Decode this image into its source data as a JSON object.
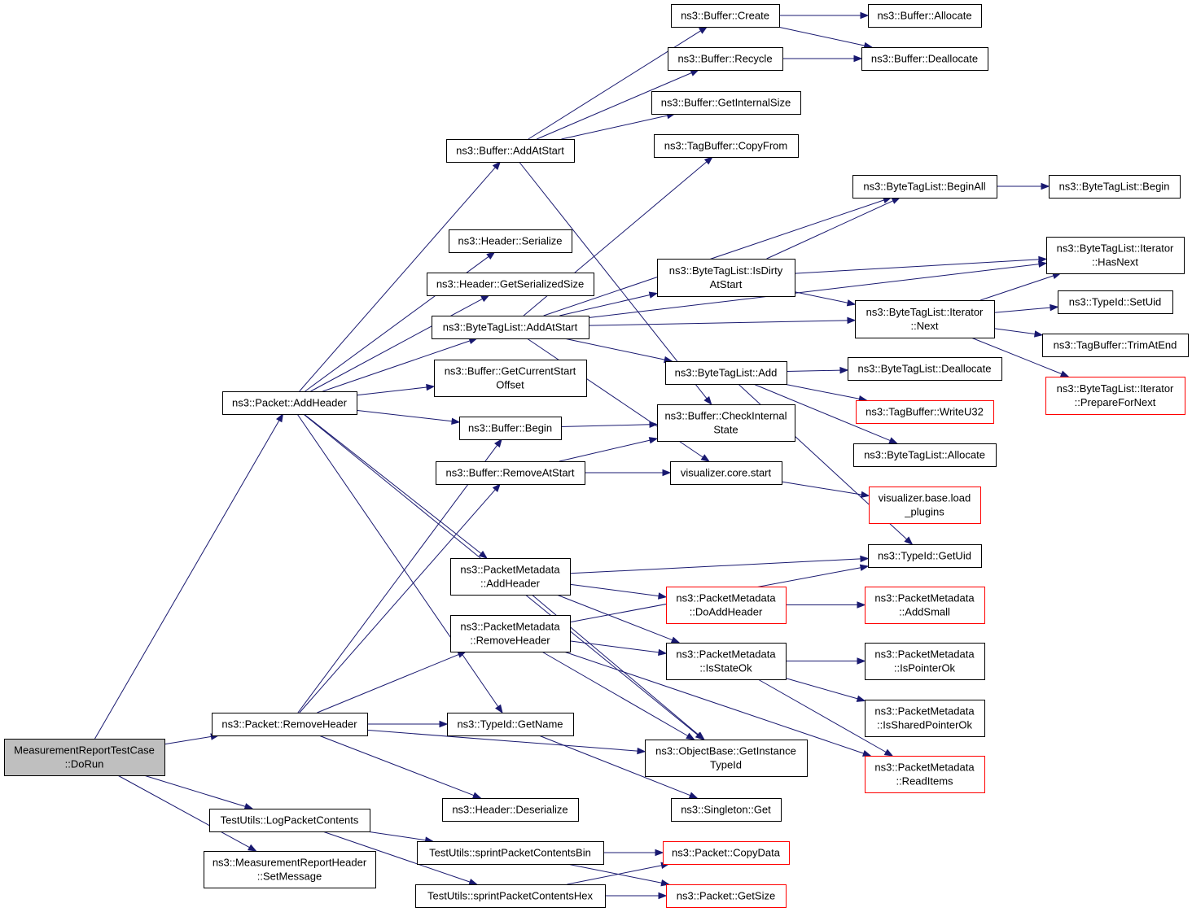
{
  "colors": {
    "edge": "#191970",
    "node_border": "#000000",
    "node_truncated_border": "#ff0000",
    "root_fill": "#bfbfbf",
    "node_fill": "#ffffff"
  },
  "nodes": {
    "root": {
      "lines": [
        "MeasurementReportTestCase",
        "::DoRun"
      ],
      "style": "root"
    },
    "addheader": {
      "lines": [
        "ns3::Packet::AddHeader"
      ],
      "style": "normal"
    },
    "removeheader": {
      "lines": [
        "ns3::Packet::RemoveHeader"
      ],
      "style": "normal"
    },
    "logpacket": {
      "lines": [
        "TestUtils::LogPacketContents"
      ],
      "style": "normal"
    },
    "setmessage": {
      "lines": [
        "ns3::MeasurementReportHeader",
        "::SetMessage"
      ],
      "style": "normal"
    },
    "buf_addatstart": {
      "lines": [
        "ns3::Buffer::AddAtStart"
      ],
      "style": "normal"
    },
    "hdr_serialize": {
      "lines": [
        "ns3::Header::Serialize"
      ],
      "style": "normal"
    },
    "hdr_getsersize": {
      "lines": [
        "ns3::Header::GetSerializedSize"
      ],
      "style": "normal"
    },
    "btl_addatstart": {
      "lines": [
        "ns3::ByteTagList::AddAtStart"
      ],
      "style": "normal"
    },
    "buf_getcurstart": {
      "lines": [
        "ns3::Buffer::GetCurrentStart",
        "Offset"
      ],
      "style": "normal"
    },
    "buf_begin": {
      "lines": [
        "ns3::Buffer::Begin"
      ],
      "style": "normal"
    },
    "buf_removeatstart": {
      "lines": [
        "ns3::Buffer::RemoveAtStart"
      ],
      "style": "normal"
    },
    "pm_addheader": {
      "lines": [
        "ns3::PacketMetadata",
        "::AddHeader"
      ],
      "style": "normal"
    },
    "pm_removeheader": {
      "lines": [
        "ns3::PacketMetadata",
        "::RemoveHeader"
      ],
      "style": "normal"
    },
    "typeid_getname": {
      "lines": [
        "ns3::TypeId::GetName"
      ],
      "style": "normal"
    },
    "hdr_deserialize": {
      "lines": [
        "ns3::Header::Deserialize"
      ],
      "style": "normal"
    },
    "sprint_bin": {
      "lines": [
        "TestUtils::sprintPacketContentsBin"
      ],
      "style": "normal"
    },
    "sprint_hex": {
      "lines": [
        "TestUtils::sprintPacketContentsHex"
      ],
      "style": "normal"
    },
    "buf_create": {
      "lines": [
        "ns3::Buffer::Create"
      ],
      "style": "normal"
    },
    "buf_recycle": {
      "lines": [
        "ns3::Buffer::Recycle"
      ],
      "style": "normal"
    },
    "buf_getinternalsize": {
      "lines": [
        "ns3::Buffer::GetInternalSize"
      ],
      "style": "normal"
    },
    "tagbuf_copyfrom": {
      "lines": [
        "ns3::TagBuffer::CopyFrom"
      ],
      "style": "normal"
    },
    "btl_isdirty": {
      "lines": [
        "ns3::ByteTagList::IsDirty",
        "AtStart"
      ],
      "style": "normal"
    },
    "btl_add": {
      "lines": [
        "ns3::ByteTagList::Add"
      ],
      "style": "normal"
    },
    "buf_checkinternal": {
      "lines": [
        "ns3::Buffer::CheckInternal",
        "State"
      ],
      "style": "normal"
    },
    "vis_core_start": {
      "lines": [
        "visualizer.core.start"
      ],
      "style": "normal"
    },
    "pm_doaddheader": {
      "lines": [
        "ns3::PacketMetadata",
        "::DoAddHeader"
      ],
      "style": "truncated"
    },
    "pm_isstateok": {
      "lines": [
        "ns3::PacketMetadata",
        "::IsStateOk"
      ],
      "style": "normal"
    },
    "objbase_getinst": {
      "lines": [
        "ns3::ObjectBase::GetInstance",
        "TypeId"
      ],
      "style": "normal"
    },
    "singleton_get": {
      "lines": [
        "ns3::Singleton::Get"
      ],
      "style": "normal"
    },
    "packet_copydata": {
      "lines": [
        "ns3::Packet::CopyData"
      ],
      "style": "truncated"
    },
    "packet_getsize": {
      "lines": [
        "ns3::Packet::GetSize"
      ],
      "style": "truncated"
    },
    "buf_allocate": {
      "lines": [
        "ns3::Buffer::Allocate"
      ],
      "style": "normal"
    },
    "buf_deallocate": {
      "lines": [
        "ns3::Buffer::Deallocate"
      ],
      "style": "normal"
    },
    "btl_beginall": {
      "lines": [
        "ns3::ByteTagList::BeginAll"
      ],
      "style": "normal"
    },
    "btl_iter_next": {
      "lines": [
        "ns3::ByteTagList::Iterator",
        "::Next"
      ],
      "style": "normal"
    },
    "btl_deallocate": {
      "lines": [
        "ns3::ByteTagList::Deallocate"
      ],
      "style": "normal"
    },
    "tagbuf_writeu32": {
      "lines": [
        "ns3::TagBuffer::WriteU32"
      ],
      "style": "truncated"
    },
    "btl_allocate": {
      "lines": [
        "ns3::ByteTagList::Allocate"
      ],
      "style": "normal"
    },
    "vis_base_load": {
      "lines": [
        "visualizer.base.load",
        "_plugins"
      ],
      "style": "truncated"
    },
    "typeid_getuid": {
      "lines": [
        "ns3::TypeId::GetUid"
      ],
      "style": "normal"
    },
    "pm_addsmall": {
      "lines": [
        "ns3::PacketMetadata",
        "::AddSmall"
      ],
      "style": "truncated"
    },
    "pm_ispointerok": {
      "lines": [
        "ns3::PacketMetadata",
        "::IsPointerOk"
      ],
      "style": "normal"
    },
    "pm_issharedptrok": {
      "lines": [
        "ns3::PacketMetadata",
        "::IsSharedPointerOk"
      ],
      "style": "normal"
    },
    "pm_readitems": {
      "lines": [
        "ns3::PacketMetadata",
        "::ReadItems"
      ],
      "style": "truncated"
    },
    "btl_begin": {
      "lines": [
        "ns3::ByteTagList::Begin"
      ],
      "style": "normal"
    },
    "btl_iter_hasnext": {
      "lines": [
        "ns3::ByteTagList::Iterator",
        "::HasNext"
      ],
      "style": "normal"
    },
    "typeid_setuid": {
      "lines": [
        "ns3::TypeId::SetUid"
      ],
      "style": "normal"
    },
    "tagbuf_trimatend": {
      "lines": [
        "ns3::TagBuffer::TrimAtEnd"
      ],
      "style": "normal"
    },
    "btl_iter_prepare": {
      "lines": [
        "ns3::ByteTagList::Iterator",
        "::PrepareForNext"
      ],
      "style": "truncated"
    }
  },
  "edges": [
    [
      "root",
      "addheader"
    ],
    [
      "root",
      "removeheader"
    ],
    [
      "root",
      "logpacket"
    ],
    [
      "root",
      "setmessage"
    ],
    [
      "addheader",
      "buf_addatstart"
    ],
    [
      "addheader",
      "hdr_serialize"
    ],
    [
      "addheader",
      "hdr_getsersize"
    ],
    [
      "addheader",
      "btl_addatstart"
    ],
    [
      "addheader",
      "buf_getcurstart"
    ],
    [
      "addheader",
      "buf_begin"
    ],
    [
      "addheader",
      "pm_addheader"
    ],
    [
      "addheader",
      "typeid_getname"
    ],
    [
      "addheader",
      "objbase_getinst"
    ],
    [
      "removeheader",
      "buf_begin"
    ],
    [
      "removeheader",
      "buf_removeatstart"
    ],
    [
      "removeheader",
      "pm_removeheader"
    ],
    [
      "removeheader",
      "typeid_getname"
    ],
    [
      "removeheader",
      "objbase_getinst"
    ],
    [
      "removeheader",
      "hdr_deserialize"
    ],
    [
      "logpacket",
      "sprint_bin"
    ],
    [
      "logpacket",
      "sprint_hex"
    ],
    [
      "buf_addatstart",
      "buf_create"
    ],
    [
      "buf_addatstart",
      "buf_recycle"
    ],
    [
      "buf_addatstart",
      "buf_getinternalsize"
    ],
    [
      "buf_addatstart",
      "buf_checkinternal"
    ],
    [
      "buf_create",
      "buf_allocate"
    ],
    [
      "buf_create",
      "buf_deallocate"
    ],
    [
      "buf_recycle",
      "buf_deallocate"
    ],
    [
      "btl_addatstart",
      "tagbuf_copyfrom"
    ],
    [
      "btl_addatstart",
      "btl_beginall"
    ],
    [
      "btl_addatstart",
      "btl_iter_hasnext"
    ],
    [
      "btl_addatstart",
      "btl_isdirty"
    ],
    [
      "btl_addatstart",
      "btl_iter_next"
    ],
    [
      "btl_addatstart",
      "btl_add"
    ],
    [
      "btl_addatstart",
      "vis_core_start"
    ],
    [
      "btl_beginall",
      "btl_begin"
    ],
    [
      "btl_isdirty",
      "btl_beginall"
    ],
    [
      "btl_isdirty",
      "btl_iter_hasnext"
    ],
    [
      "btl_isdirty",
      "btl_iter_next"
    ],
    [
      "btl_iter_next",
      "btl_iter_hasnext"
    ],
    [
      "btl_iter_next",
      "typeid_setuid"
    ],
    [
      "btl_iter_next",
      "tagbuf_trimatend"
    ],
    [
      "btl_iter_next",
      "btl_iter_prepare"
    ],
    [
      "btl_add",
      "btl_deallocate"
    ],
    [
      "btl_add",
      "tagbuf_writeu32"
    ],
    [
      "btl_add",
      "btl_allocate"
    ],
    [
      "btl_add",
      "typeid_getuid"
    ],
    [
      "buf_begin",
      "buf_checkinternal"
    ],
    [
      "buf_removeatstart",
      "buf_checkinternal"
    ],
    [
      "buf_removeatstart",
      "vis_core_start"
    ],
    [
      "vis_core_start",
      "vis_base_load"
    ],
    [
      "pm_addheader",
      "typeid_getuid"
    ],
    [
      "pm_addheader",
      "pm_doaddheader"
    ],
    [
      "pm_addheader",
      "pm_isstateok"
    ],
    [
      "pm_addheader",
      "objbase_getinst"
    ],
    [
      "pm_removeheader",
      "typeid_getuid"
    ],
    [
      "pm_removeheader",
      "pm_isstateok"
    ],
    [
      "pm_removeheader",
      "objbase_getinst"
    ],
    [
      "pm_removeheader",
      "pm_readitems"
    ],
    [
      "pm_doaddheader",
      "pm_addsmall"
    ],
    [
      "pm_isstateok",
      "pm_ispointerok"
    ],
    [
      "pm_isstateok",
      "pm_issharedptrok"
    ],
    [
      "pm_isstateok",
      "pm_readitems"
    ],
    [
      "typeid_getname",
      "singleton_get"
    ],
    [
      "sprint_bin",
      "packet_copydata"
    ],
    [
      "sprint_bin",
      "packet_getsize"
    ],
    [
      "sprint_hex",
      "packet_copydata"
    ],
    [
      "sprint_hex",
      "packet_getsize"
    ]
  ]
}
